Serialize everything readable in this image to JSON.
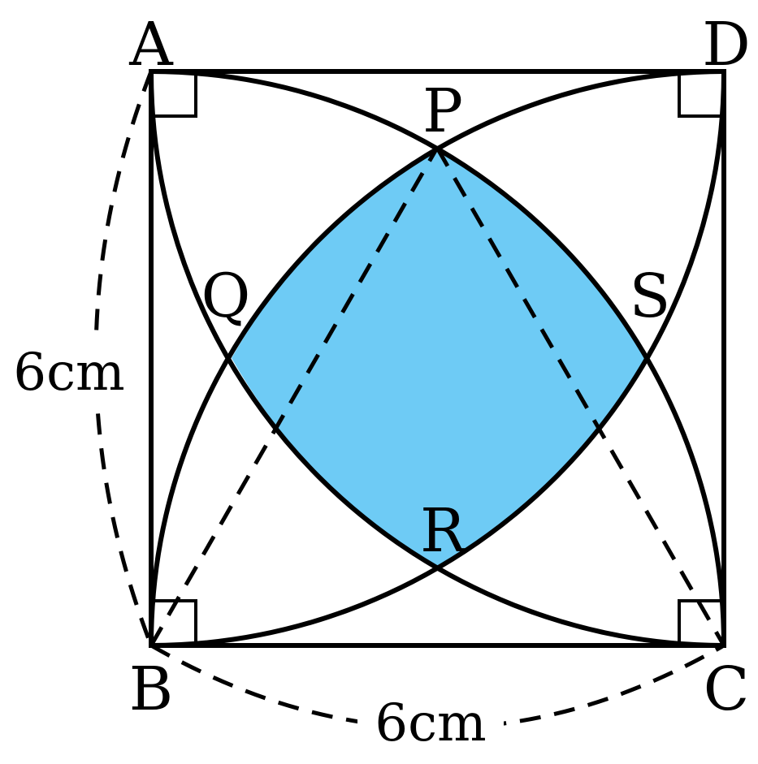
{
  "vertices": {
    "A": "A",
    "B": "B",
    "C": "C",
    "D": "D"
  },
  "points": {
    "P": "P",
    "Q": "Q",
    "R": "R",
    "S": "S"
  },
  "dimensions": {
    "left_side": "6cm",
    "bottom_side": "6cm"
  },
  "colors": {
    "stroke": "#000000",
    "shaded_region": "#6ECBF5",
    "background": "#ffffff"
  }
}
